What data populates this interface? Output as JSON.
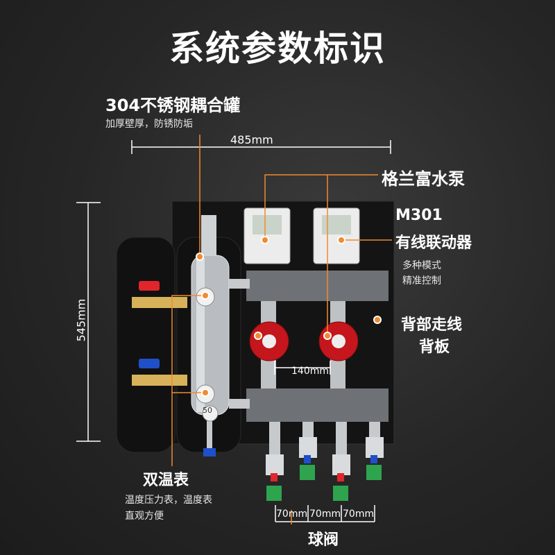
{
  "title": "系统参数标识",
  "labels": {
    "tank": "304不锈钢耦合罐",
    "tank_sub": "加厚壁厚，防锈防垢",
    "width_dim": "485mm",
    "pump": "格兰富水泵",
    "controller": "M301",
    "controller2": "有线联动器",
    "controller_sub1": "多种模式",
    "controller_sub2": "精准控制",
    "backboard1": "背部走线",
    "backboard2": "背板",
    "height_dim": "545mm",
    "pump_gap": "140mm",
    "thermo": "双温表",
    "thermo_sub1": "温度压力表，温度表",
    "thermo_sub2": "直观方便",
    "valve_gap1": "70mm",
    "valve_gap2": "70mm",
    "valve_gap3": "70mm",
    "valve": "球阀",
    "gauge_value": "50"
  },
  "colors": {
    "accent": "#f28a2e",
    "pump_red": "#c4161c",
    "valve_red": "#e0252b",
    "valve_blue": "#1f4fc9",
    "valve_green": "#2ea44f"
  }
}
